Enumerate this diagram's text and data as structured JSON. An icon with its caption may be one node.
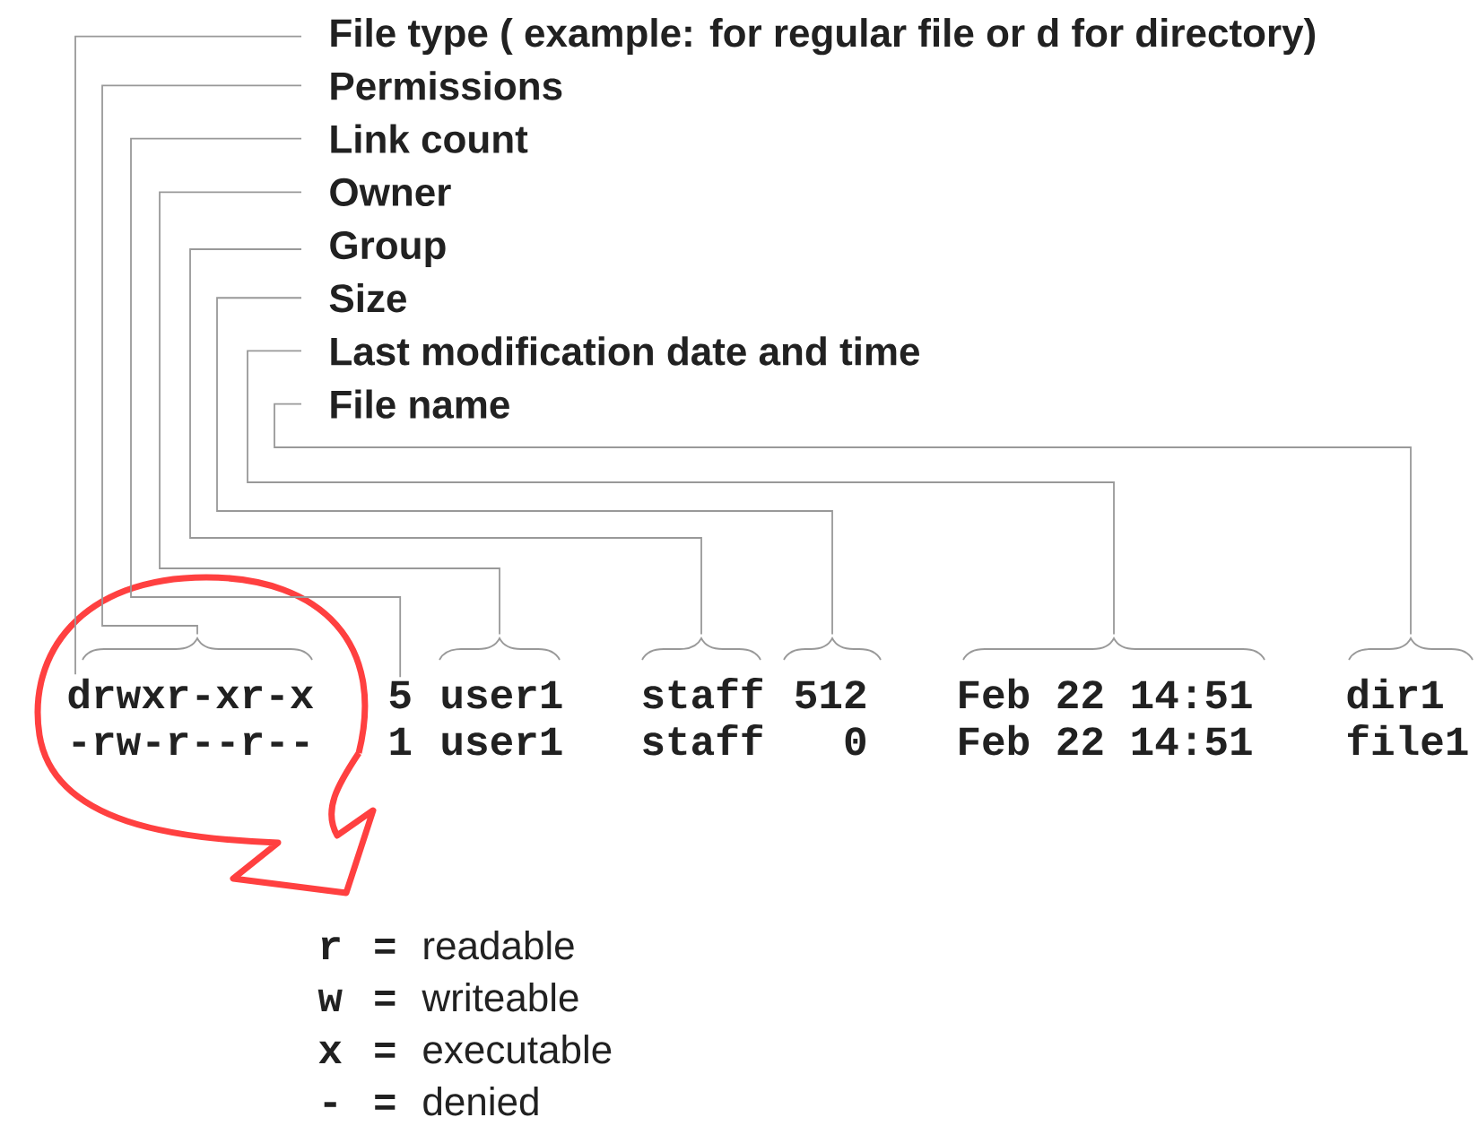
{
  "diagram": {
    "nodes": [
      {
        "text": [
          "File type ( example: for regular file or d for directory)"
        ]
      },
      {
        "text": [
          "Permissions"
        ]
      },
      {
        "text": [
          "Link count"
        ]
      },
      {
        "text": [
          "Owner"
        ]
      },
      {
        "text": [
          "Group"
        ]
      },
      {
        "text": [
          "Size"
        ]
      },
      {
        "text": [
          "Last modification date and time"
        ]
      },
      {
        "text": [
          "File name"
        ]
      },
      {
        "text": [],
        "shape": "brace"
      },
      {
        "text": [],
        "shape": "brace"
      },
      {
        "text": [],
        "shape": "brace"
      },
      {
        "text": [],
        "shape": "brace"
      },
      {
        "text": [],
        "shape": "brace"
      },
      {
        "text": [],
        "shape": "brace"
      },
      {
        "text": [
          "drwxr-xr-x"
        ]
      },
      {
        "text": [
          "5"
        ]
      }
    ],
    "edges": [
      {
        "from": 0,
        "to": 14,
        "arrow": "none"
      },
      {
        "from": 1,
        "to": 8,
        "arrow": "none"
      },
      {
        "from": 2,
        "to": 15,
        "arrow": "none"
      },
      {
        "from": 3,
        "to": 9,
        "arrow": "none"
      },
      {
        "from": 4,
        "to": 10,
        "arrow": "none"
      },
      {
        "from": 5,
        "to": 11,
        "arrow": "none"
      },
      {
        "from": 6,
        "to": 12,
        "arrow": "none"
      },
      {
        "from": 7,
        "to": 13,
        "arrow": "none"
      }
    ],
    "labels": [
      "user1",
      "staff",
      "512",
      "Feb 22 14:51",
      "dir1",
      "-rw-r--r--",
      "1",
      "user1",
      "staff",
      "0",
      "Feb 22 14:51",
      "file1",
      "r",
      "=",
      "readable",
      "w",
      "=",
      "writeable",
      "x",
      "=",
      "executable",
      "-",
      "=",
      "denied"
    ]
  }
}
